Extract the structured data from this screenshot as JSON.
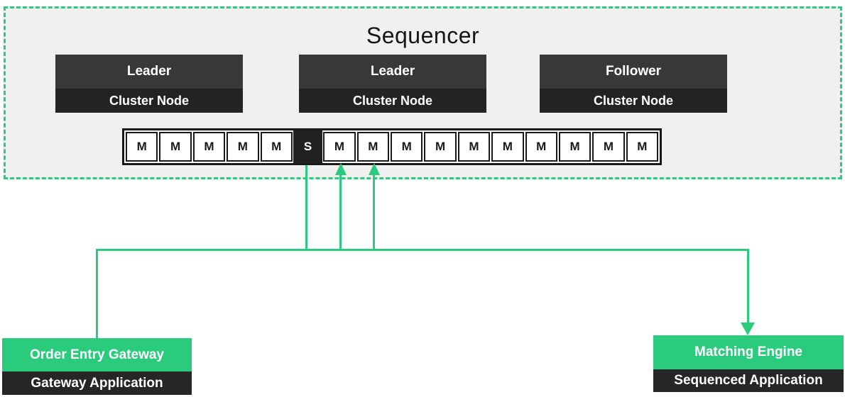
{
  "colors": {
    "accent_green": "#2bcb7d",
    "panel_background": "#f0f0f0",
    "node_role_background": "#383838",
    "node_type_background": "#232323",
    "slot_dark_background": "#212121",
    "border_black": "#1a1a1a"
  },
  "sequencer": {
    "title": "Sequencer",
    "nodes": [
      {
        "role": "Leader",
        "type": "Cluster Node"
      },
      {
        "role": "Leader",
        "type": "Cluster Node"
      },
      {
        "role": "Follower",
        "type": "Cluster Node"
      }
    ],
    "message_stream": {
      "slots": [
        "M",
        "M",
        "M",
        "M",
        "M",
        "S",
        "M",
        "M",
        "M",
        "M",
        "M",
        "M",
        "M",
        "M",
        "M",
        "M"
      ],
      "special_slot_index": 5
    }
  },
  "order_entry_gateway": {
    "title": "Order Entry Gateway",
    "subtitle": "Gateway Application"
  },
  "matching_engine": {
    "title": "Matching Engine",
    "subtitle": "Sequenced Application"
  }
}
